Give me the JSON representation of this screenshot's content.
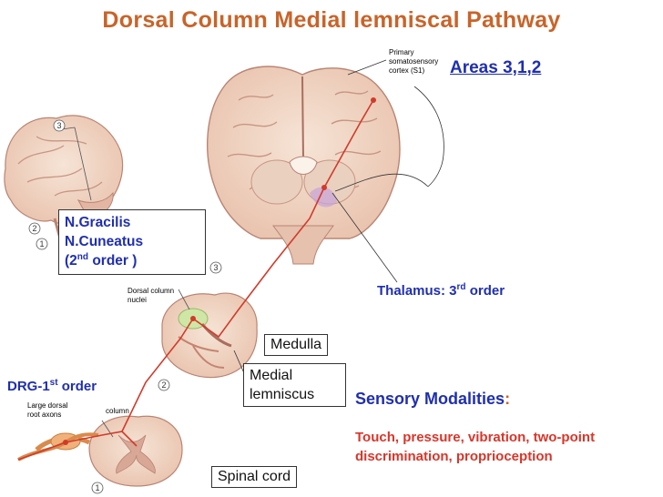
{
  "title": "Dorsal Column Medial lemniscal Pathway",
  "areas_label": "Areas 3,1,2",
  "primary_cortex_label": [
    "Primary",
    "somatosensory",
    "cortex (S1)"
  ],
  "nuclei_box": {
    "line1": "N.Gracilis",
    "line2": "N.Cuneatus",
    "line3_prefix": "(2",
    "line3_sup": "nd",
    "line3_suffix": " order )"
  },
  "thalamus_label": {
    "prefix": "Thalamus: 3",
    "sup": "rd",
    "suffix": " order"
  },
  "medulla_label": "Medulla",
  "medial_lemniscus_label": [
    "Medial",
    "lemniscus"
  ],
  "drg_label": {
    "prefix": "DRG-1",
    "sup": "st",
    "suffix": " order"
  },
  "spinal_cord_label": "Spinal cord",
  "dorsal_column_nuclei_label": [
    "Dorsal column",
    "nuclei"
  ],
  "large_dorsal_root_label": [
    "Large dorsal",
    "root axons"
  ],
  "column_label": "column",
  "sensory_modalities": {
    "heading": "Sensory Modalities",
    "colon": ":",
    "body": "Touch, pressure, vibration, two-point discrimination, proprioception"
  },
  "markers": [
    "3",
    "2",
    "1",
    "3",
    "2",
    "1"
  ],
  "colors": {
    "title": "#c8642a",
    "blue_label": "#1f2fb0",
    "red_text": "#d9362a",
    "pathway": "#d23a2a",
    "tissue": "#f1d7c6",
    "tissue_dark": "#c9877a"
  }
}
